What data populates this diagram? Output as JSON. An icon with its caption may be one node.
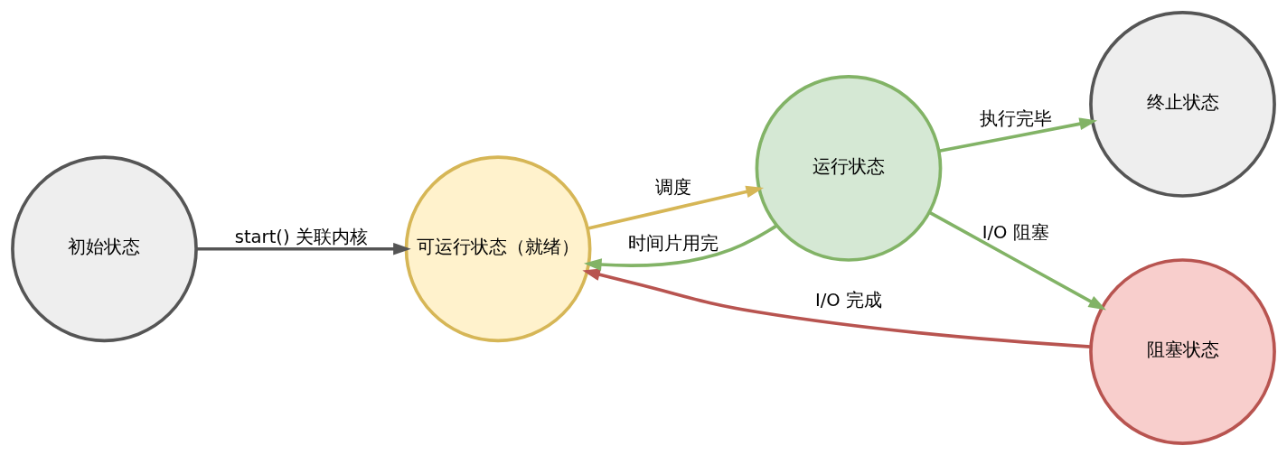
{
  "diagram": {
    "nodes": [
      {
        "text": [
          "初始状态"
        ]
      },
      {
        "text": [
          "可运行状态（就绪）"
        ]
      },
      {
        "text": [
          "阻塞状态"
        ]
      },
      {
        "text": [
          "运行状态"
        ]
      },
      {
        "text": [
          "终止状态"
        ]
      }
    ],
    "edges": [
      {
        "from": 0,
        "to": 1,
        "arrow": "to",
        "label": "start() 关联内核",
        "color": "#555555"
      },
      {
        "from": 1,
        "to": 3,
        "arrow": "to",
        "label": "调度",
        "color": "#d6b656"
      },
      {
        "from": 3,
        "to": 1,
        "arrow": "to",
        "label": "时间片用完"
      },
      {
        "from": 3,
        "to": 2,
        "arrow": "to",
        "label": "I/O 阻塞"
      },
      {
        "from": 2,
        "to": 1,
        "arrow": "to",
        "label": "I/O 完成",
        "color": "#b85450"
      },
      {
        "from": 3,
        "to": 4,
        "arrow": "to",
        "label": "执行完毕"
      }
    ]
  }
}
